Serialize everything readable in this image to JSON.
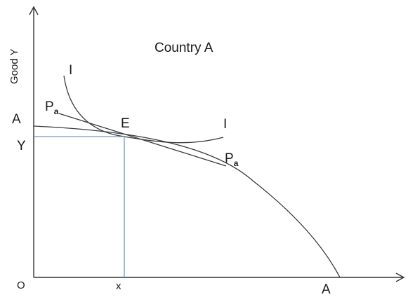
{
  "title": "Country A",
  "y_axis_label": "Good Y",
  "origin_label": "O",
  "labels": {
    "ppf_y_intercept": "A",
    "ppf_x_intercept": "A",
    "y_value": "Y",
    "x_value": "x",
    "equilibrium": "E",
    "indifference_upper": "I",
    "indifference_lower": "I",
    "price_line_main": "P",
    "price_line_sub": "a"
  },
  "colors": {
    "curves": "#3a3a3a",
    "guides": "#6f97c9"
  }
}
